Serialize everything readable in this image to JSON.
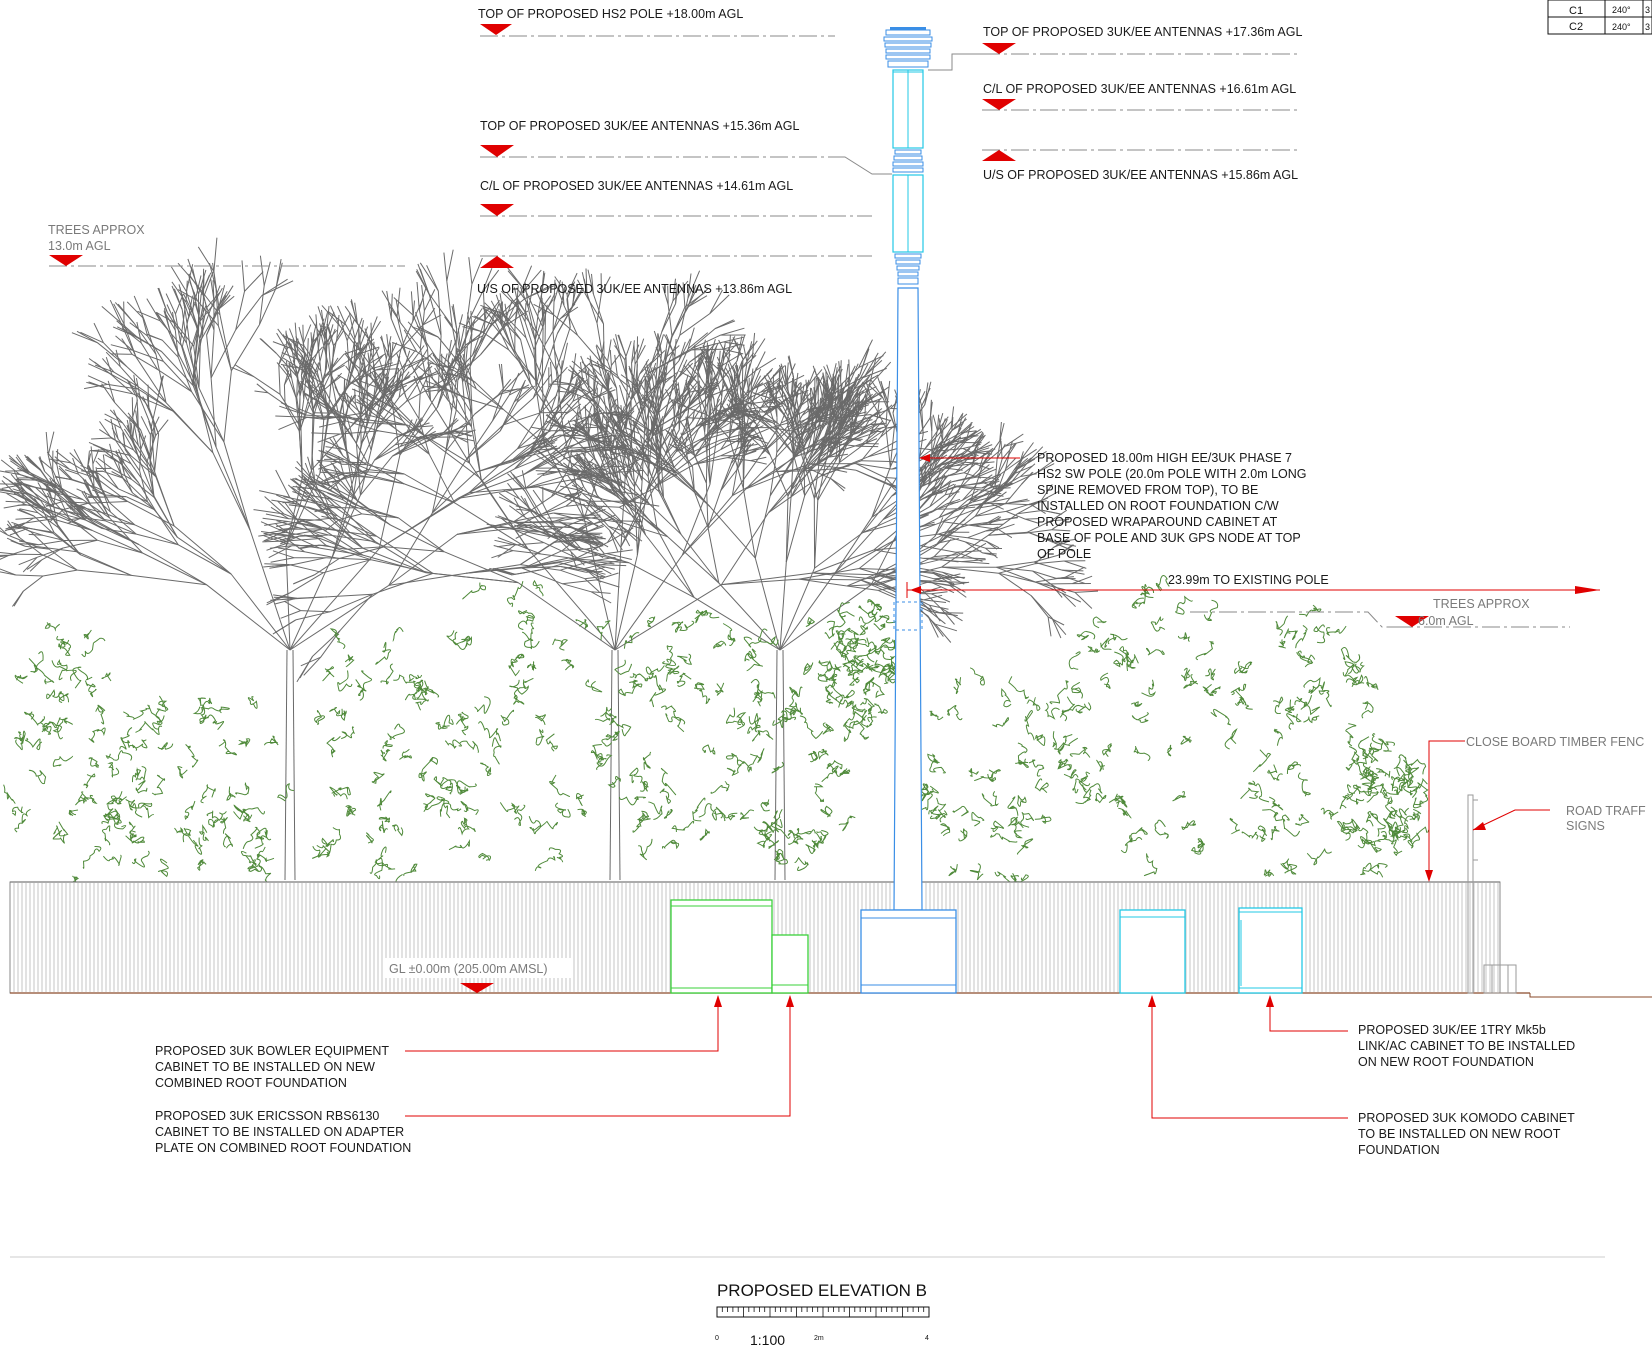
{
  "table": {
    "rows": [
      {
        "id": "C1",
        "azimuth": "240°",
        "extra": "3"
      },
      {
        "id": "C2",
        "azimuth": "240°",
        "extra": "3"
      }
    ]
  },
  "levels": {
    "hs2_top": "TOP OF PROPOSED HS2 POLE +18.00m AGL",
    "upper_top": "TOP OF PROPOSED 3UK/EE ANTENNAS +17.36m AGL",
    "upper_cl": "C/L OF PROPOSED 3UK/EE ANTENNAS +16.61m AGL",
    "upper_us": "U/S OF PROPOSED 3UK/EE ANTENNAS +15.86m AGL",
    "lower_top": "TOP OF PROPOSED 3UK/EE ANTENNAS +15.36m AGL",
    "lower_cl": "C/L OF PROPOSED 3UK/EE ANTENNAS +14.61m AGL",
    "lower_us": "U/S OF PROPOSED 3UK/EE ANTENNAS +13.86m AGL",
    "trees_left_1": "TREES APPROX",
    "trees_left_2": "13.0m AGL",
    "trees_right_1": "TREES APPROX",
    "trees_right_2": "6.0m AGL",
    "ground": "GL ±0.00m (205.00m AMSL)"
  },
  "annotations": {
    "pole_lines": [
      "PROPOSED 18.00m HIGH EE/3UK PHASE 7",
      "HS2 SW POLE (20.0m POLE WITH 2.0m LONG",
      "SPINE REMOVED FROM TOP), TO BE",
      "INSTALLED ON ROOT FOUNDATION C/W",
      "PROPOSED WRAPAROUND CABINET AT",
      "BASE OF POLE AND 3UK GPS NODE AT TOP",
      "OF POLE"
    ],
    "distance": "23.99m TO EXISTING POLE",
    "fence": "CLOSE BOARD TIMBER FENC",
    "signs_1": "ROAD TRAFF",
    "signs_2": "SIGNS",
    "bowler_lines": [
      "PROPOSED 3UK BOWLER EQUIPMENT",
      "CABINET TO BE INSTALLED ON NEW",
      "COMBINED ROOT FOUNDATION"
    ],
    "ericsson_lines": [
      "PROPOSED 3UK ERICSSON RBS6130",
      "CABINET TO BE INSTALLED ON ADAPTER",
      "PLATE ON COMBINED ROOT FOUNDATION"
    ],
    "link_lines": [
      "PROPOSED 3UK/EE 1TRY Mk5b",
      "LINK/AC CABINET TO BE INSTALLED",
      "ON NEW ROOT FOUNDATION"
    ],
    "komodo_lines": [
      "PROPOSED 3UK KOMODO CABINET",
      "TO BE INSTALLED ON NEW ROOT",
      "FOUNDATION"
    ]
  },
  "title": {
    "heading": "PROPOSED ELEVATION B",
    "scale": "1:100",
    "tick_0": "0",
    "tick_2": "2m",
    "tick_4": "4"
  },
  "colors": {
    "annotation_red": "#e00000",
    "pole_blue": "#3a8ee6",
    "antenna_cyan": "#22c9e6",
    "cabinet_green": "#3ad13a",
    "foliage_green": "#4f8a3a",
    "tree_grey": "#6a6a6a"
  }
}
